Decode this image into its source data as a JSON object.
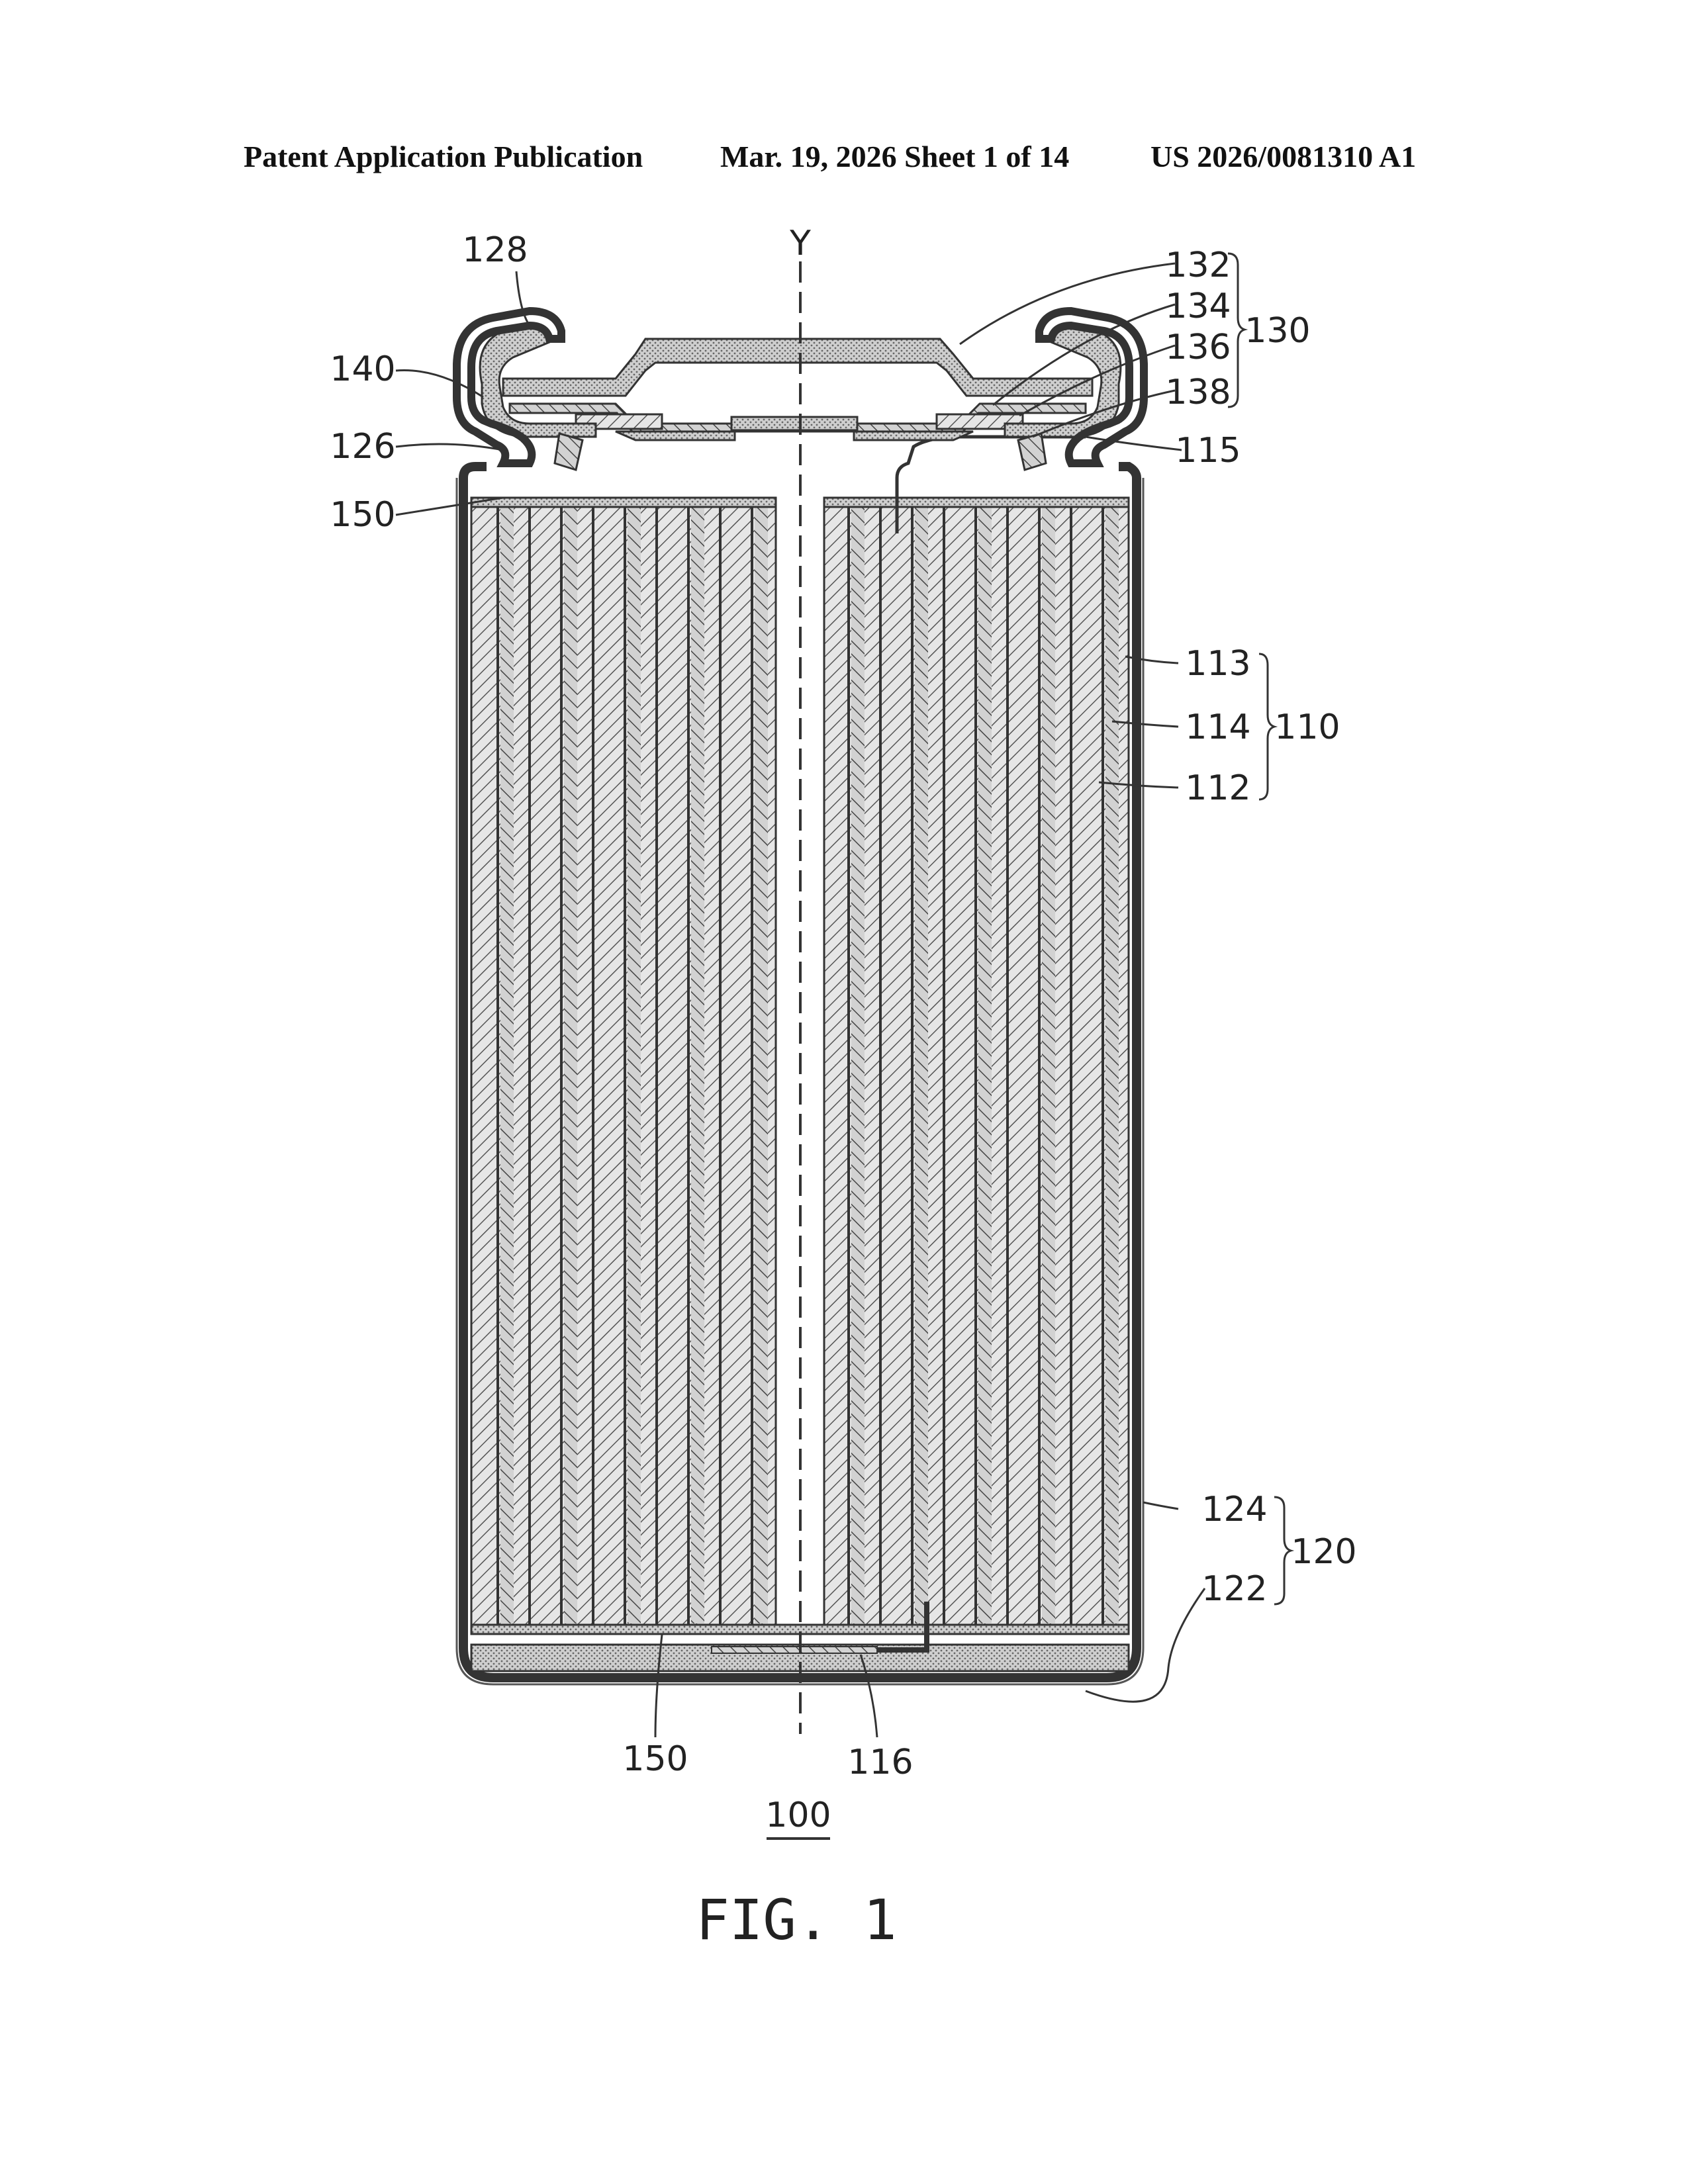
{
  "header": {
    "left": "Patent Application Publication",
    "middle": "Mar. 19, 2026  Sheet 1 of 14",
    "right": "US 2026/0081310 A1"
  },
  "labels": {
    "axis": "Y",
    "l128": "128",
    "l140": "140",
    "l126": "126",
    "l150_top": "150",
    "l132": "132",
    "l134": "134",
    "l136": "136",
    "l138": "138",
    "l130": "130",
    "l115": "115",
    "l113": "113",
    "l114": "114",
    "l112": "112",
    "l110": "110",
    "l124": "124",
    "l122": "122",
    "l120": "120",
    "l150_bottom": "150",
    "l116": "116",
    "l100": "100"
  },
  "caption": "FIG. 1"
}
